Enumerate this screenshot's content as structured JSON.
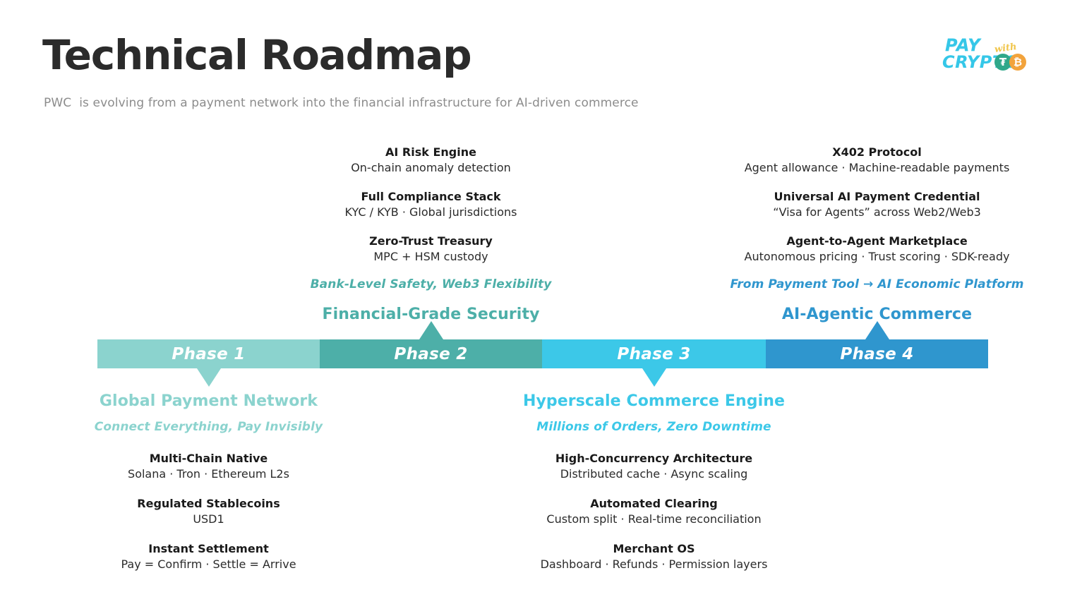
{
  "header": {
    "title": "Technical Roadmap",
    "subtitle": "PWC  is evolving from a payment network into the financial infrastructure for AI-driven commerce"
  },
  "logo": {
    "pay": "PAY",
    "with": "with",
    "crypto": "CRYPTO",
    "tether_symbol": "₮",
    "bitcoin_symbol": "₿",
    "pay_color": "#35c7e8",
    "with_color": "#f0c54a",
    "tether_color": "#2fa88a",
    "bitcoin_color": "#f2a33c"
  },
  "timeline": {
    "phases": [
      {
        "label": "Phase 1",
        "color": "#8bd3ce",
        "pointer": "down",
        "side": "below",
        "heading": "Global Payment Network",
        "tagline": "Connect Everything, Pay Invisibly",
        "items": [
          {
            "title": "Multi-Chain Native",
            "desc": "Solana · Tron · Ethereum L2s"
          },
          {
            "title": "Regulated Stablecoins",
            "desc": "USD1"
          },
          {
            "title": "Instant Settlement",
            "desc": "Pay = Confirm · Settle = Arrive"
          }
        ]
      },
      {
        "label": "Phase 2",
        "color": "#4dafa8",
        "pointer": "up",
        "side": "above",
        "heading": "Financial-Grade Security",
        "tagline": "Bank-Level Safety, Web3 Flexibility",
        "items": [
          {
            "title": "AI Risk Engine",
            "desc": "On-chain anomaly detection"
          },
          {
            "title": "Full Compliance Stack",
            "desc": "KYC / KYB · Global jurisdictions"
          },
          {
            "title": "Zero-Trust Treasury",
            "desc": "MPC + HSM custody"
          }
        ]
      },
      {
        "label": "Phase 3",
        "color": "#3cc8e8",
        "pointer": "down",
        "side": "below",
        "heading": "Hyperscale Commerce Engine",
        "tagline": "Millions of Orders, Zero Downtime",
        "items": [
          {
            "title": "High-Concurrency Architecture",
            "desc": "Distributed cache · Async scaling"
          },
          {
            "title": "Automated Clearing",
            "desc": "Custom split · Real-time reconciliation"
          },
          {
            "title": "Merchant OS",
            "desc": "Dashboard · Refunds · Permission layers"
          }
        ]
      },
      {
        "label": "Phase 4",
        "color": "#2f96ce",
        "pointer": "up",
        "side": "above",
        "heading": "AI-Agentic Commerce",
        "tagline": "From Payment Tool → AI Economic Platform",
        "items": [
          {
            "title": "X402 Protocol",
            "desc": "Agent allowance · Machine-readable payments"
          },
          {
            "title": "Universal AI Payment Credential",
            "desc": "“Visa for Agents” across Web2/Web3"
          },
          {
            "title": "Agent-to-Agent Marketplace",
            "desc": "Autonomous pricing · Trust scoring · SDK-ready"
          }
        ]
      }
    ]
  }
}
